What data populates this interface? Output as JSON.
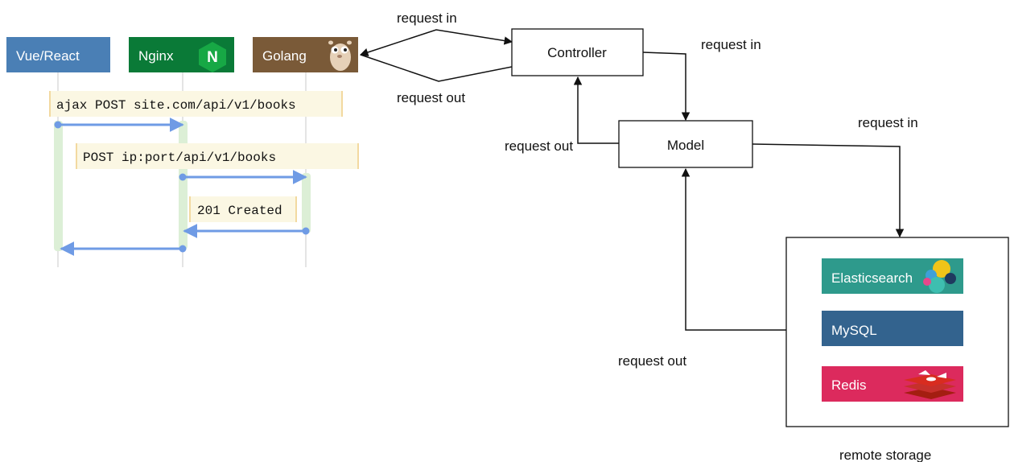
{
  "sequence": {
    "participants": [
      {
        "label": "Vue/React",
        "color": "#4a7fb5"
      },
      {
        "label": "Nginx",
        "color": "#0a7a37"
      },
      {
        "label": "Golang",
        "color": "#7a5a38"
      }
    ],
    "nginx_logo_letter": "N",
    "messages": [
      {
        "label": "ajax POST site.com/api/v1/books"
      },
      {
        "label": "POST ip:port/api/v1/books"
      },
      {
        "label": "201 Created"
      }
    ],
    "colors": {
      "arrow": "#6f9be5",
      "activation": "#dcefd6",
      "note_bg": "#fbf7e3",
      "note_border": "#f2d9a0"
    }
  },
  "flow": {
    "controller_label": "Controller",
    "model_label": "Model",
    "labels": {
      "golang_to_controller": "request in",
      "controller_to_golang": "request out",
      "controller_to_model": "request in",
      "model_to_controller": "request out",
      "model_to_storage": "request in",
      "storage_to_model": "request out"
    },
    "storage": {
      "caption": "remote storage",
      "items": [
        {
          "label": "Elasticsearch",
          "color": "#2e9a8c",
          "icon": "elasticsearch-logo-icon"
        },
        {
          "label": "MySQL",
          "color": "#33638e",
          "icon": ""
        },
        {
          "label": "Redis",
          "color": "#dc2a5d",
          "icon": "redis-logo-icon"
        }
      ]
    }
  }
}
